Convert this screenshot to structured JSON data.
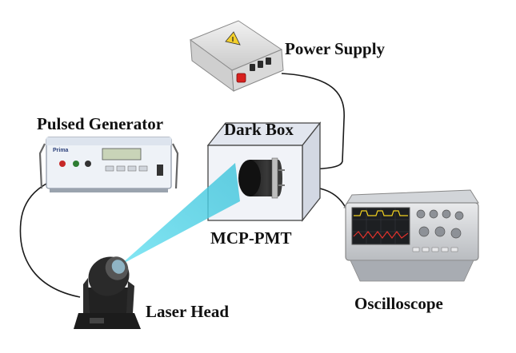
{
  "labels": {
    "power_supply": "Power Supply",
    "pulsed_generator": "Pulsed Generator",
    "dark_box": "Dark Box",
    "mcp_pmt": "MCP-PMT",
    "laser_head": "Laser Head",
    "oscilloscope": "Oscilloscope"
  },
  "device_text": {
    "generator_brand": "Prima"
  },
  "colors": {
    "dark_box_front": "#f1f3f8",
    "dark_box_edge": "#444444",
    "laser_beam": "#4fd4e8",
    "power_switch": "#d8211e",
    "cable": "#1a1a1a",
    "scope_trace_yellow": "#f1d11f",
    "scope_trace_red": "#e1322c"
  }
}
